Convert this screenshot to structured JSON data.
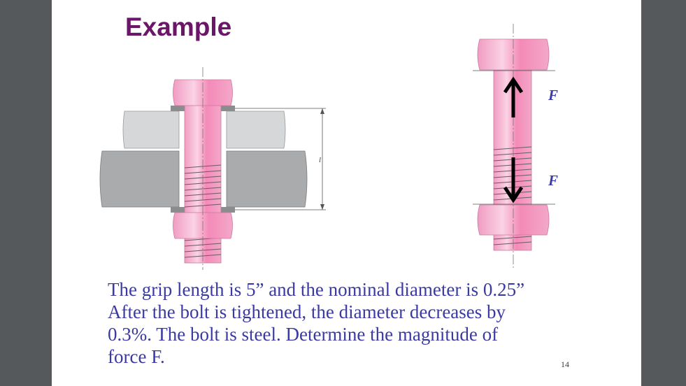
{
  "slide": {
    "title": "Example",
    "body_lines": [
      "The grip length is 5” and the nominal diameter is 0.25”",
      "After the bolt is tightened, the diameter decreases by",
      "0.3%. The bolt is steel. Determine the magnitude of",
      "force F."
    ],
    "page_number": "14"
  },
  "figure_left": {
    "dimension_label": "l"
  },
  "figure_right": {
    "force_label_top": "F",
    "force_label_bottom": "F"
  },
  "colors": {
    "title": "#6b1668",
    "body_text": "#3b3aa3",
    "bolt_pink": "#f5a3c8",
    "plate_gray": "#a9abad",
    "background_sidebars": "#55595c"
  }
}
